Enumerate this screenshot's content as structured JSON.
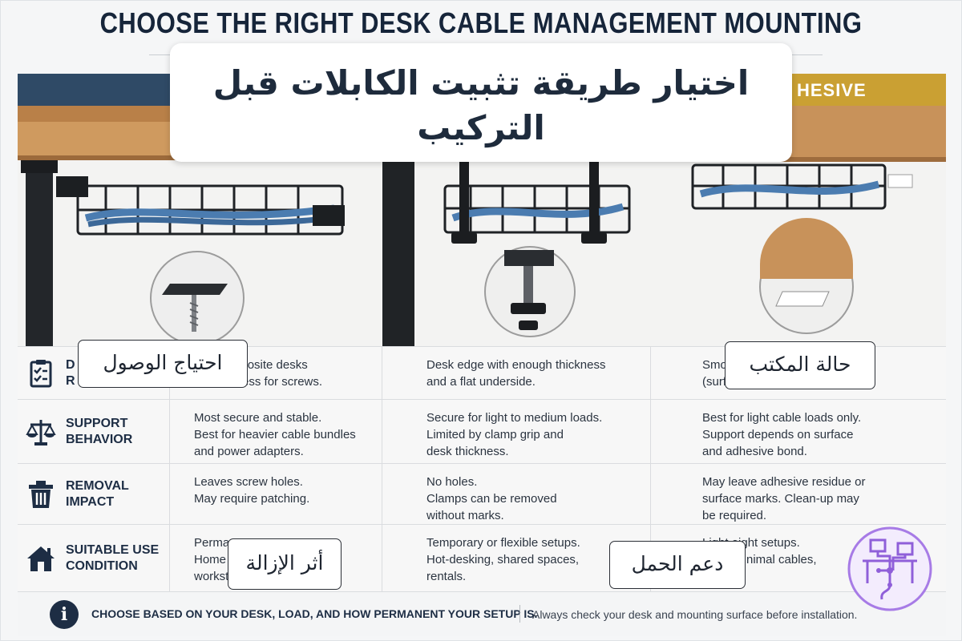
{
  "page": {
    "title": "CHOOSE THE RIGHT DESK CABLE MANAGEMENT MOUNTING METHOD",
    "arabic_title": "اختيار طريقة تثبيت الكابلات قبل التركيب"
  },
  "columns": [
    {
      "id": "screw",
      "header": "",
      "header_color": "#2f4a66",
      "icons": [
        "screw-bracket-icon"
      ]
    },
    {
      "id": "clamp",
      "header": "",
      "header_color": "",
      "icons": [
        "clamp-icon"
      ]
    },
    {
      "id": "adhesive",
      "header": "HESIVE",
      "header_color": "#caa033",
      "icons": [
        "adhesive-pad-icon"
      ]
    }
  ],
  "rows": [
    {
      "label": "D\nR",
      "icon": "clipboard-checklist-icon",
      "cells": [
        "d or composite desks\ngh thickness for screws.",
        "Desk edge with enough thickness\nand a flat underside.",
        "Smo\n(surf"
      ]
    },
    {
      "label": "SUPPORT\nBEHAVIOR",
      "icon": "balance-scale-icon",
      "cells": [
        "Most secure and stable.\nBest for heavier cable bundles\nand power adapters.",
        "Secure for light to medium loads.\nLimited by clamp grip and\ndesk thickness.",
        "Best for light cable loads only.\nSupport depends on surface\nand adhesive bond."
      ]
    },
    {
      "label": "REMOVAL\nIMPACT",
      "icon": "trash-bin-icon",
      "cells": [
        "Leaves screw holes.\nMay require patching.",
        "No holes.\nClamps can be removed\nwithout marks.",
        "May leave adhesive residue or\nsurface marks. Clean-up may\nbe required."
      ]
    },
    {
      "label": "SUITABLE USE\nCONDITION",
      "icon": "house-icon",
      "cells": [
        "Perma\nHome\nworkst",
        "Temporary or flexible setups.\nHot-desking, shared spaces,\nrentals.",
        "Light  eight setups.\n  esks, minimal cables,\n  rm use."
      ]
    }
  ],
  "footer": {
    "info_icon": "info-icon",
    "bold_note": "CHOOSE BASED ON YOUR DESK, LOAD, AND HOW PERMANENT YOUR SETUP IS.",
    "light_note": "Always check your desk and mounting surface before installation."
  },
  "overlay_labels": {
    "access": "احتياج الوصول",
    "desk_condition": "حالة المكتب",
    "removal": "أثر الإزالة",
    "load": "دعم الحمل"
  },
  "colors": {
    "navy": "#1d2d44",
    "gold": "#caa033",
    "wood": "#c48d52",
    "brand_purple": "#a77be6"
  },
  "brand": {
    "icon": "desk-network-logo-icon"
  }
}
